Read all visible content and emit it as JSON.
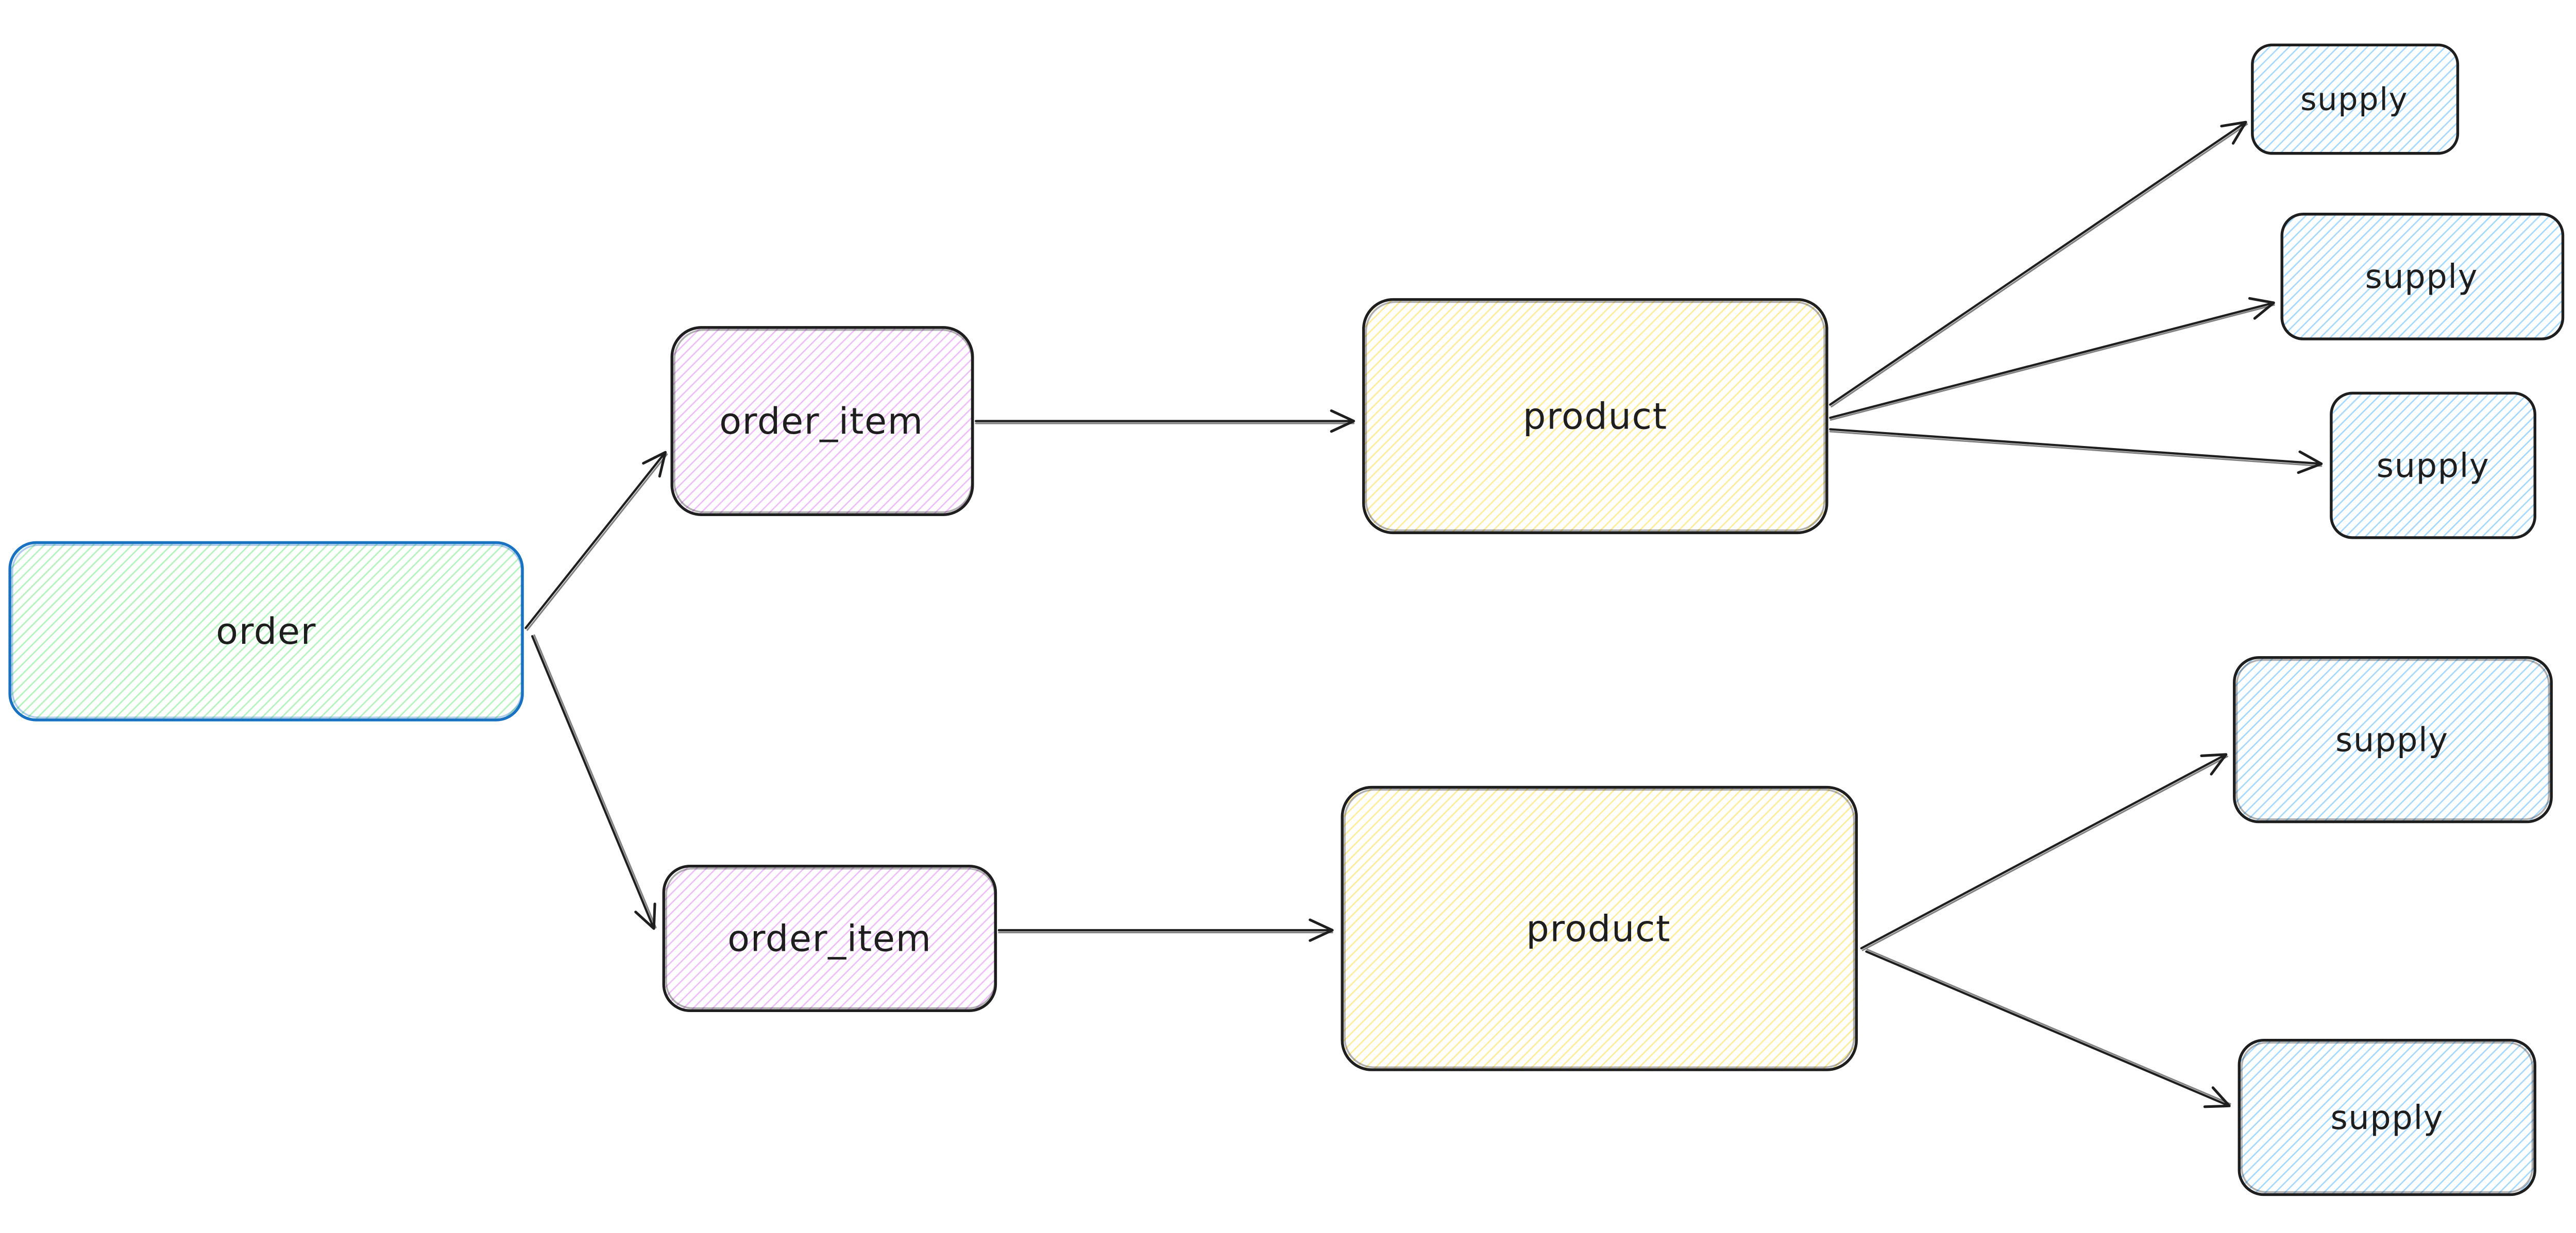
{
  "diagram": {
    "type": "flow-diagram",
    "nodes": {
      "order": {
        "label": "order"
      },
      "order_item_1": {
        "label": "order_item"
      },
      "order_item_2": {
        "label": "order_item"
      },
      "product_1": {
        "label": "product"
      },
      "product_2": {
        "label": "product"
      },
      "supply_1": {
        "label": "supply"
      },
      "supply_2": {
        "label": "supply"
      },
      "supply_3": {
        "label": "supply"
      },
      "supply_4": {
        "label": "supply"
      },
      "supply_5": {
        "label": "supply"
      }
    },
    "edges": [
      {
        "from": "order",
        "to": "order_item_1"
      },
      {
        "from": "order",
        "to": "order_item_2"
      },
      {
        "from": "order_item_1",
        "to": "product_1"
      },
      {
        "from": "order_item_2",
        "to": "product_2"
      },
      {
        "from": "product_1",
        "to": "supply_1"
      },
      {
        "from": "product_1",
        "to": "supply_2"
      },
      {
        "from": "product_1",
        "to": "supply_3"
      },
      {
        "from": "product_2",
        "to": "supply_4"
      },
      {
        "from": "product_2",
        "to": "supply_5"
      }
    ],
    "colors": {
      "order_stroke": "#1971c2",
      "entity_stroke": "#1e1e1e",
      "order_fill": "#b2f2bb",
      "order_item_fill": "#eebefa",
      "product_fill": "#ffec99",
      "supply_fill": "#a5d8ff",
      "arrow": "#1e1e1e",
      "text": "#1e1e1e",
      "background": "#ffffff"
    }
  }
}
